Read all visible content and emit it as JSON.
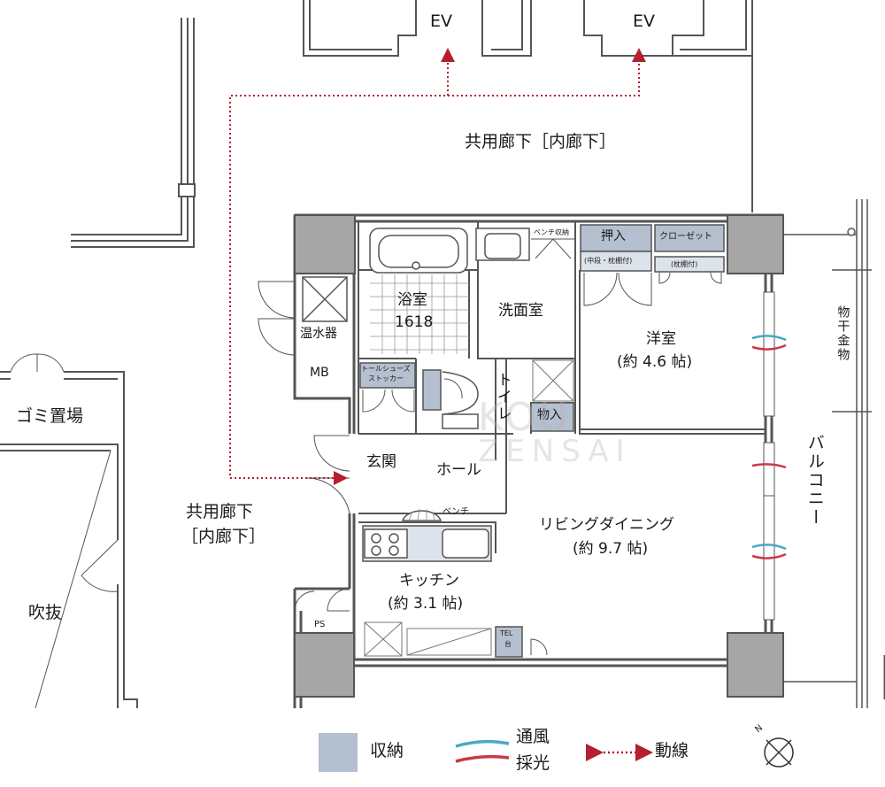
{
  "rooms": {
    "bathroom": "浴室",
    "bathroom_size": "1618",
    "washroom": "洗面室",
    "western_room": "洋室",
    "western_room_area": "(約 4.6 帖)",
    "toilet": "トイレ",
    "storage_small": "物入",
    "entrance": "玄関",
    "hall": "ホール",
    "bench": "ベンチ",
    "bench_storage": "ベンチ収納",
    "living": "リビングダイニング",
    "living_area": "(約 9.7 帖)",
    "kitchen": "キッチン",
    "kitchen_area": "(約 3.1 帖)",
    "oshiire": "押入",
    "oshiire_note": "(中段・枕棚付)",
    "closet": "クローゼット",
    "closet_note": "(枕棚付)",
    "shoe_stocker_1": "トールシューズ",
    "shoe_stocker_2": "ストッカー",
    "water_heater": "温水器",
    "mb": "MB",
    "ps": "PS",
    "tel_1": "TEL",
    "tel_2": "台",
    "balcony": "バルコニー",
    "drying_rack": "物干金物"
  },
  "surroundings": {
    "ev_1": "EV",
    "ev_2": "EV",
    "corridor_top": "共用廊下［内廊下］",
    "corridor_left_1": "共用廊下",
    "corridor_left_2": "［内廊下］",
    "garbage": "ゴミ置場",
    "atrium": "吹抜"
  },
  "legend": {
    "storage": "収納",
    "ventilation": "通風",
    "lighting": "採光",
    "circulation": "動線",
    "north": "N"
  },
  "watermark": {
    "line1": "KOU",
    "line2": "ZENSAI"
  },
  "colors": {
    "storage_fill": "#b4bfcf",
    "wall": "#555555",
    "pillar": "#a6a6a6",
    "circulation": "#b51f2e",
    "ventilation": "#4aa8c8",
    "lighting": "#c8394a"
  }
}
